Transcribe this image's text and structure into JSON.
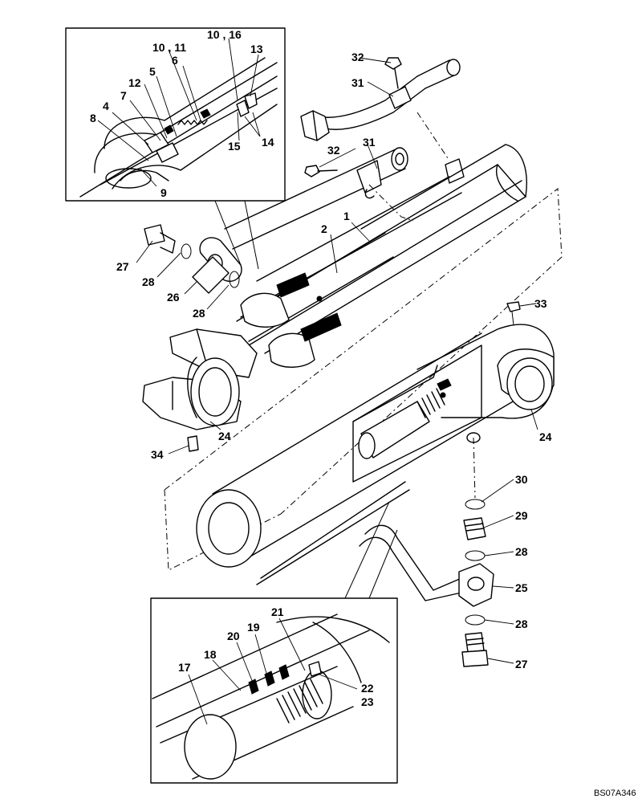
{
  "reference_code": "BS07A346",
  "callouts": [
    {
      "id": "c1",
      "text": "1"
    },
    {
      "id": "c2",
      "text": "2"
    },
    {
      "id": "c4",
      "text": "4"
    },
    {
      "id": "c5",
      "text": "5"
    },
    {
      "id": "c6",
      "text": "6"
    },
    {
      "id": "c7",
      "text": "7"
    },
    {
      "id": "c8",
      "text": "8"
    },
    {
      "id": "c9",
      "text": "9"
    },
    {
      "id": "c10_11",
      "text": "10 , 11"
    },
    {
      "id": "c10_16",
      "text": "10 , 16"
    },
    {
      "id": "c12",
      "text": "12"
    },
    {
      "id": "c13",
      "text": "13"
    },
    {
      "id": "c14",
      "text": "14"
    },
    {
      "id": "c15",
      "text": "15"
    },
    {
      "id": "c17",
      "text": "17"
    },
    {
      "id": "c18",
      "text": "18"
    },
    {
      "id": "c19",
      "text": "19"
    },
    {
      "id": "c20",
      "text": "20"
    },
    {
      "id": "c21",
      "text": "21"
    },
    {
      "id": "c22",
      "text": "22"
    },
    {
      "id": "c23",
      "text": "23"
    },
    {
      "id": "c24a",
      "text": "24"
    },
    {
      "id": "c24b",
      "text": "24"
    },
    {
      "id": "c25",
      "text": "25"
    },
    {
      "id": "c26",
      "text": "26"
    },
    {
      "id": "c27a",
      "text": "27"
    },
    {
      "id": "c27b",
      "text": "27"
    },
    {
      "id": "c28a",
      "text": "28"
    },
    {
      "id": "c28b",
      "text": "28"
    },
    {
      "id": "c28c",
      "text": "28"
    },
    {
      "id": "c28d",
      "text": "28"
    },
    {
      "id": "c29",
      "text": "29"
    },
    {
      "id": "c30",
      "text": "30"
    },
    {
      "id": "c31a",
      "text": "31"
    },
    {
      "id": "c31b",
      "text": "31"
    },
    {
      "id": "c32a",
      "text": "32"
    },
    {
      "id": "c32b",
      "text": "32"
    },
    {
      "id": "c33",
      "text": "33"
    },
    {
      "id": "c34",
      "text": "34"
    }
  ]
}
